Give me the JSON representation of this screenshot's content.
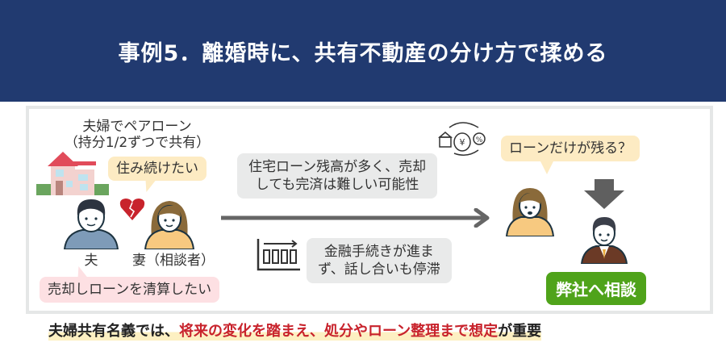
{
  "header": {
    "title": "事例5．離婚時に、共有不動産の分け方で揉める"
  },
  "left": {
    "loan_title_1": "夫婦でペアローン",
    "loan_title_2": "（持分1/2ずつで共有）",
    "wife_bubble": "住み続けたい",
    "husband_label": "夫",
    "wife_label": "妻（相談者）",
    "husband_bubble": "売却しローンを清算したい"
  },
  "middle": {
    "note1_line1": "住宅ローン残高が多く、売却",
    "note1_line2": "しても完済は難しい可能性",
    "note2_line1": "金融手続きが進ま",
    "note2_line2": "ず、話し合いも停滞"
  },
  "right": {
    "wife_bubble": "ローンだけが残る？",
    "consult_button": "弊社へ相談",
    "money_icon_symbol": "¥",
    "percent_symbol": "%"
  },
  "footer": {
    "part1": "夫婦共有名義では、",
    "highlight": "将来の変化を踏まえ、処分やローン整理まで想定",
    "part2": "が重要"
  },
  "colors": {
    "header_bg": "#213a70",
    "accent_red": "#c8232c",
    "green": "#4fa31a"
  }
}
